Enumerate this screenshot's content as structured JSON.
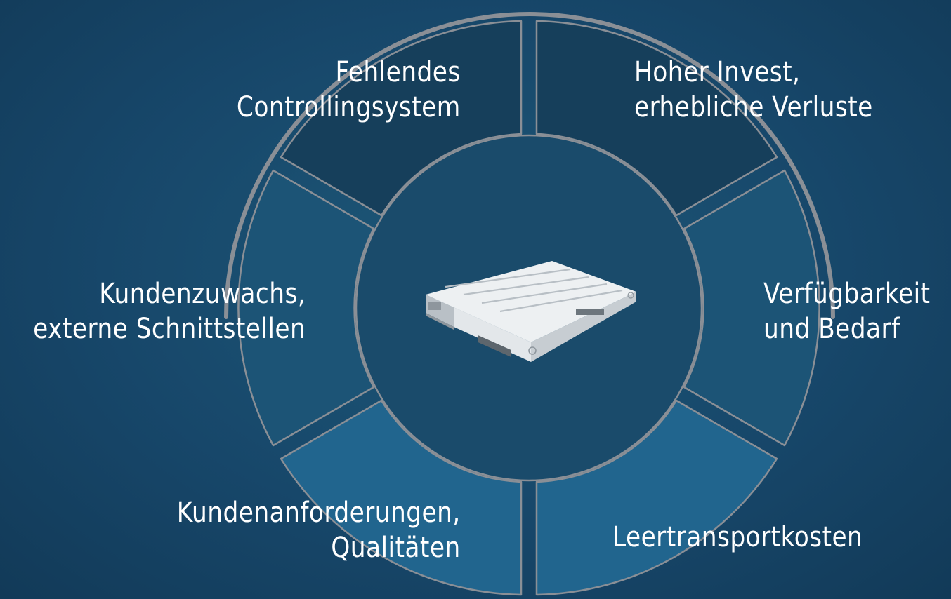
{
  "segments": [
    {
      "id": "top-left",
      "lines": [
        "Fehlendes",
        "Controllingsystem"
      ],
      "color": "#163f5b"
    },
    {
      "id": "top-right",
      "lines": [
        "Hoher Invest,",
        "erhebliche Verluste"
      ],
      "color": "#163f5b"
    },
    {
      "id": "right",
      "lines": [
        "Verfügbarkeit",
        "und Bedarf"
      ],
      "color": "#1c5476"
    },
    {
      "id": "bottom-right",
      "lines": [
        "Leertransportkosten"
      ],
      "color": "#21658e"
    },
    {
      "id": "bottom-left",
      "lines": [
        "Kundenanforderungen,",
        "Qualitäten"
      ],
      "color": "#21658e"
    },
    {
      "id": "left",
      "lines": [
        "Kundenzuwachs,",
        "externe Schnittstellen"
      ],
      "color": "#1c5476"
    }
  ],
  "center": {
    "icon": "pallet-icon",
    "color": "#1a4b6b"
  },
  "colors": {
    "stroke": "#8a8f96",
    "text": "#ffffff",
    "background": "#17476a"
  }
}
